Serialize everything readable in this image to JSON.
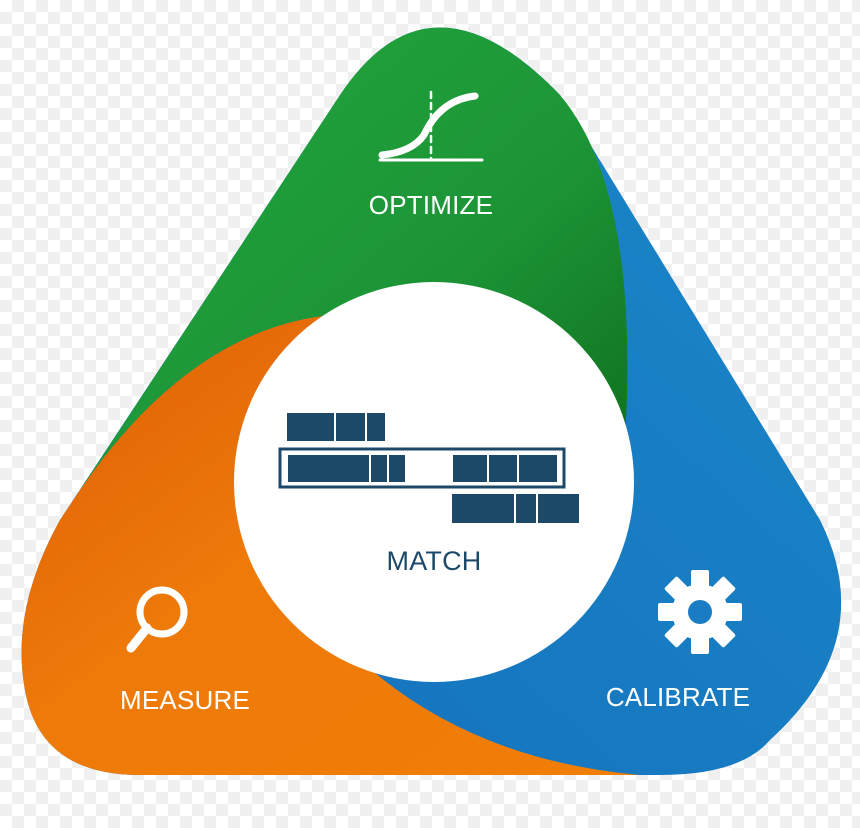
{
  "diagram": {
    "segments": {
      "optimize": {
        "label": "OPTIMIZE",
        "icon": "s-curve-graph-icon",
        "color": "#1f9a3a"
      },
      "calibrate": {
        "label": "CALIBRATE",
        "icon": "gear-icon",
        "color": "#1b7fc4"
      },
      "measure": {
        "label": "MEASURE",
        "icon": "magnifier-icon",
        "color": "#ee7a0a"
      }
    },
    "center": {
      "label": "MATCH",
      "icon": "matching-blocks-icon",
      "color": "#1c4968"
    }
  }
}
